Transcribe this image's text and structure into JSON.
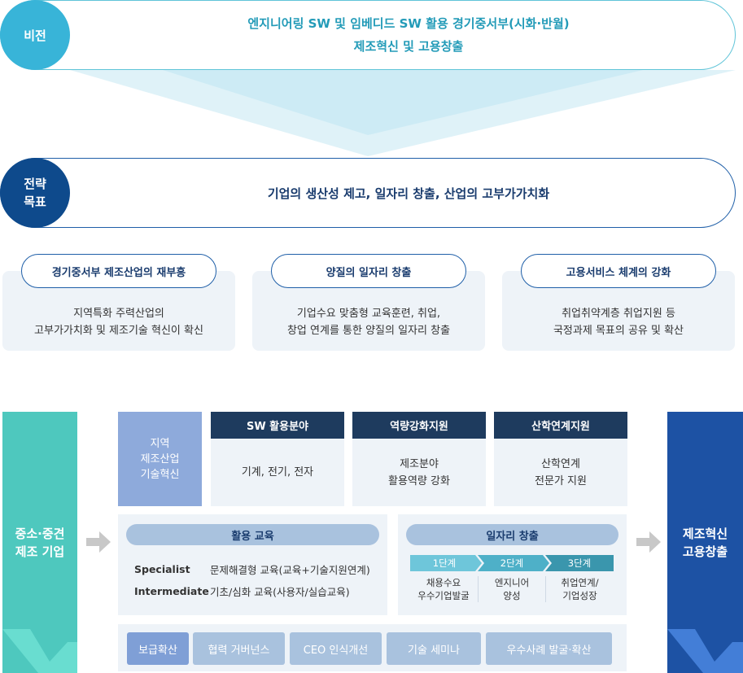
{
  "vision": {
    "badge": "비전",
    "line1": "엔지니어링 SW 및 임베디드 SW 활용 경기중서부(시화·반월)",
    "line2": "제조혁신 및 고용창출"
  },
  "strategy": {
    "badge_line1": "전략",
    "badge_line2": "목표",
    "text": "기업의 생산성 제고, 일자리 창출, 산업의 고부가가치화"
  },
  "goals": [
    {
      "title": "경기중서부 제조산업의 재부흥",
      "line1": "지역특화 주력산업의",
      "line2": "고부가가치화 및 제조기술 혁신이 확신"
    },
    {
      "title": "양질의 일자리 창출",
      "line1": "기업수요 맞춤형 교육훈련, 취업,",
      "line2": "창업 연계를 통한 양질의 일자리 창출"
    },
    {
      "title": "고용서비스 체계의 강화",
      "line1": "취업취약계층 취업지원 등",
      "line2": "국정과제 목표의 공유 및 확산"
    }
  ],
  "left_col": {
    "line1": "중소·중견",
    "line2": "제조 기업"
  },
  "right_col": {
    "line1": "제조혁신",
    "line2": "고용창출"
  },
  "region": {
    "line1": "지역",
    "line2": "제조산업",
    "line3": "기술혁신"
  },
  "categories": [
    {
      "head": "SW 활용분야",
      "line1": "기계, 전기, 전자",
      "line2": ""
    },
    {
      "head": "역량강화지원",
      "line1": "제조분야",
      "line2": "활용역량 강화"
    },
    {
      "head": "산학연계지원",
      "line1": "산학연계",
      "line2": "전문가 지원"
    }
  ],
  "education": {
    "title": "활용 교육",
    "rows": [
      {
        "level": "Specialist",
        "desc": "문제해결형 교육(교육+기술지원연계)"
      },
      {
        "level": "Intermediate",
        "desc": "기초/심화 교육(사용자/실습교육)"
      }
    ]
  },
  "jobs": {
    "title": "일자리 창출",
    "steps": [
      {
        "label": "1단계",
        "line1": "채용수요",
        "line2": "우수기업발굴"
      },
      {
        "label": "2단계",
        "line1": "엔지니어",
        "line2": "양성"
      },
      {
        "label": "3단계",
        "line1": "취업연계/",
        "line2": "기업성장"
      }
    ]
  },
  "bottom_buttons": [
    "보급확산",
    "협력 거버넌스",
    "CEO 인식개선",
    "기술 세미나",
    "우수사례 발굴·확산"
  ],
  "colors": {
    "vision": "#38b4d8",
    "strategy": "#0e4a8c",
    "left_col": "#4ec8be",
    "right_col": "#1d52a4",
    "category_head": "#1e3b5e",
    "step1": "#6ec6da",
    "step2": "#4eb0c8",
    "step3": "#3a96ad"
  }
}
